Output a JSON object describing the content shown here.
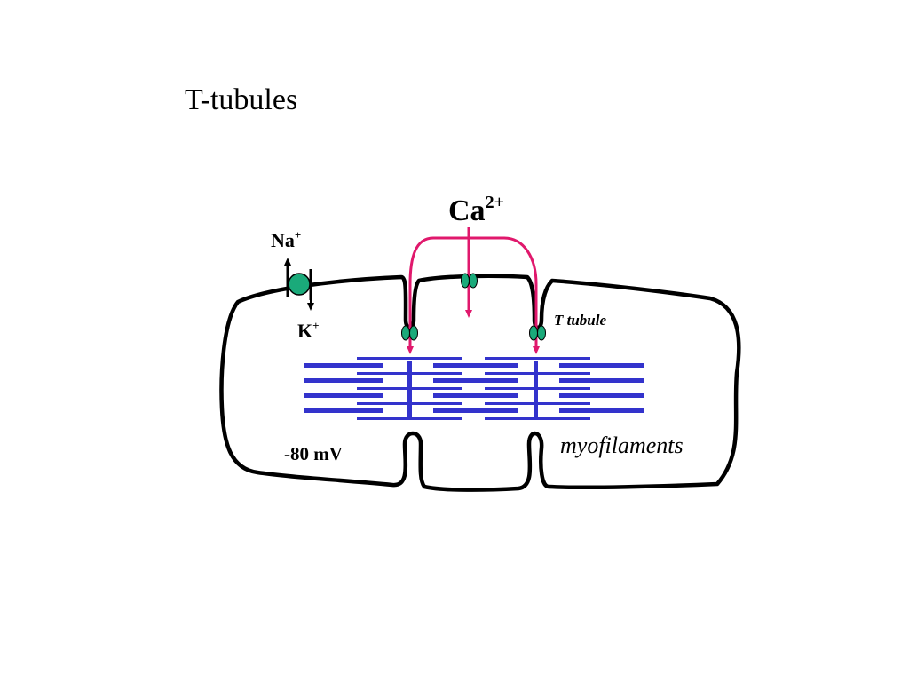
{
  "title": "T-tubules",
  "labels": {
    "ca": "Ca",
    "ca_sup": "2+",
    "na": "Na",
    "na_sup": "+",
    "k": "K",
    "k_sup": "+",
    "t_tubule": "T tubule",
    "voltage": "-80 mV",
    "myofilaments": "myofilaments"
  },
  "colors": {
    "membrane": "#000000",
    "myofilament": "#3333cc",
    "calcium_flow": "#e0186c",
    "channel": "#1aaa7a"
  }
}
